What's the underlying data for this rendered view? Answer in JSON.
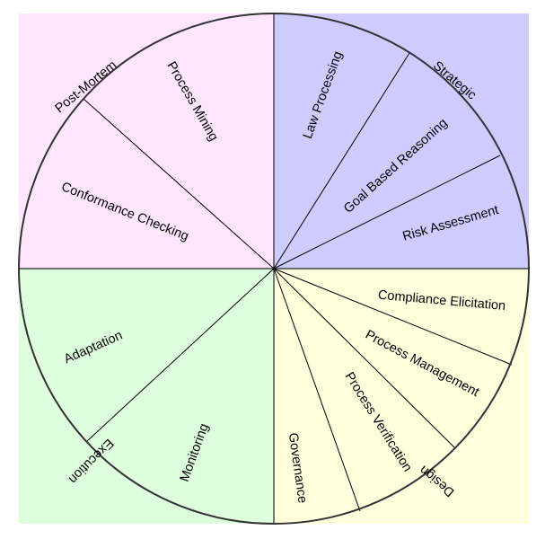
{
  "colors": {
    "post_mortem": "#ffe6ff",
    "strategic": "#ccccff",
    "design": "#ffffdd",
    "execution": "#ddffdd"
  },
  "quadrants": {
    "post_mortem": {
      "label": "Post-Mortem",
      "items": [
        "Process Mining",
        "Conformance Checking"
      ]
    },
    "strategic": {
      "label": "Strategic",
      "items": [
        "Law Processing",
        "Goal Based Reasoning",
        "Risk Assessment"
      ]
    },
    "design": {
      "label": "Design",
      "items": [
        "Compliance Elicitation",
        "Process Management",
        "Process Verification",
        "Governance"
      ]
    },
    "execution": {
      "label": "Execution",
      "items": [
        "Adaptation",
        "Monitoring"
      ]
    }
  }
}
